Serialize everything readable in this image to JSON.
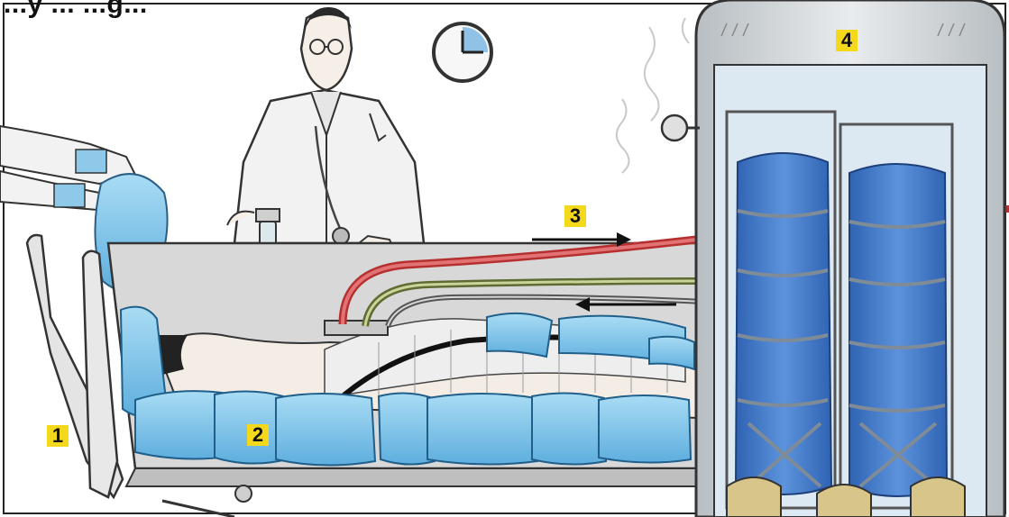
{
  "header": {
    "partial_title": "...y ... ...g..."
  },
  "labels": {
    "step1": "1",
    "step2": "2",
    "step3": "3",
    "step4": "4"
  },
  "colors": {
    "highlight": "#f4d81c",
    "ice_blue": "#7fc4ea",
    "body_bag_blue": "#3f78c8",
    "pipe_red": "#d8474b",
    "pipe_green": "#8fa35a",
    "tank_grey": "#cfd3d6"
  }
}
